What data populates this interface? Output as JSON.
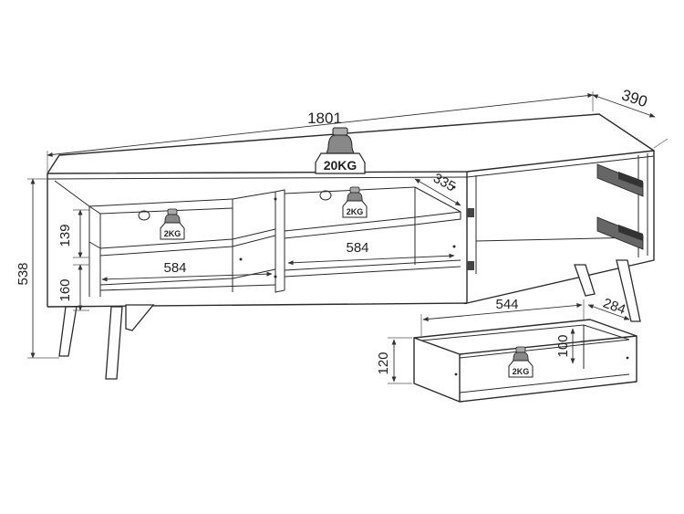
{
  "dimensions": {
    "overall_width": "1801",
    "depth": "390",
    "overall_height": "538",
    "shelf_depth": "335",
    "shelf_height": "139",
    "leg_height": "160",
    "left_shelf_width": "584",
    "middle_shelf_width": "584",
    "drawer_width": "544",
    "drawer_depth": "284",
    "drawer_height": "120",
    "drawer_inner_height": "100"
  },
  "load_labels": {
    "top": "20KG",
    "left_shelf": "2KG",
    "middle_shelf": "2KG",
    "drawer": "2KG"
  },
  "colors": {
    "line": "#2a2a2a",
    "background": "#ffffff"
  }
}
